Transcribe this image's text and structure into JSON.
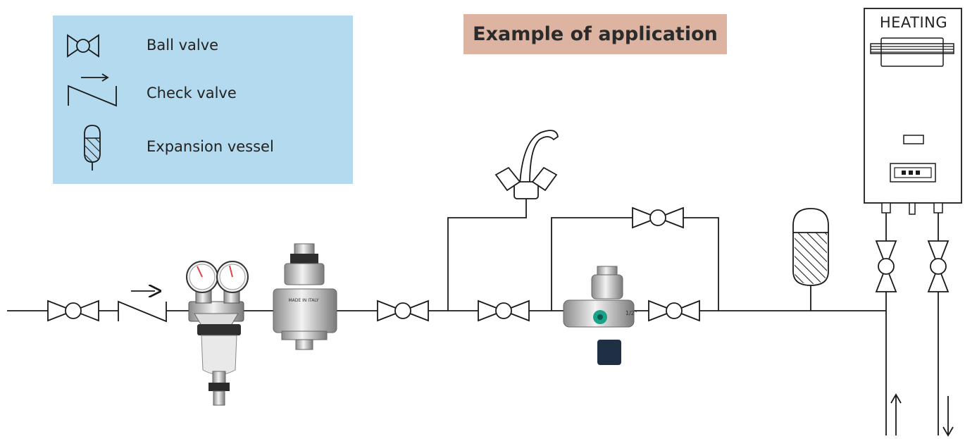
{
  "title": "Example of application",
  "legend": {
    "items": [
      {
        "label": "Ball valve",
        "icon": "ball-valve-icon"
      },
      {
        "label": "Check valve",
        "icon": "check-valve-icon"
      },
      {
        "label": "Expansion vessel",
        "icon": "expansion-vessel-icon"
      }
    ]
  },
  "heater": {
    "label": "HEATING"
  },
  "components": {
    "filter": {
      "icon": "filter-with-pressure-gauges-icon"
    },
    "pressure_reducer": {
      "marking": "MADE IN ITALY",
      "icon": "pressure-reducing-valve-icon"
    },
    "mixing_valve": {
      "marking": "1/2\"",
      "icon": "thermostatic-mixing-valve-icon"
    },
    "faucet": {
      "icon": "faucet-icon"
    }
  },
  "colors": {
    "legend_background": "#b3daee",
    "title_background": "#dcb4a1",
    "line": "#1a1a1a"
  }
}
